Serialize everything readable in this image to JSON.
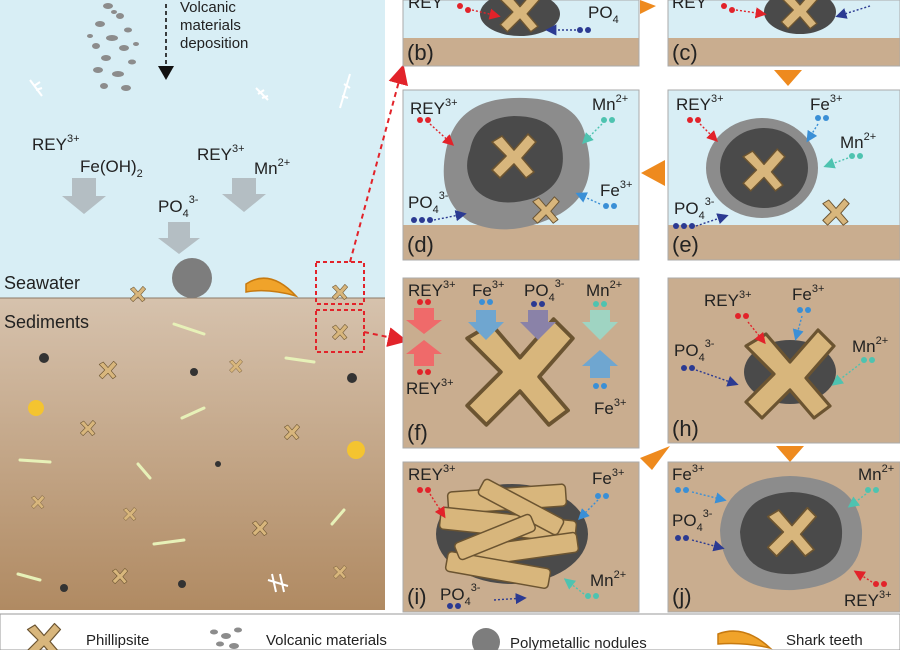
{
  "left_panel": {
    "deposition_line1": "Volcanic",
    "deposition_line2": "materials",
    "deposition_line3": "deposition",
    "seawater": "Seawater",
    "sediments": "Sediments"
  },
  "ions": {
    "rey": "REY",
    "rey_charge": "3+",
    "feoh_main": "Fe(OH)",
    "feoh_sub": "2",
    "mn": "Mn",
    "mn_charge": "2+",
    "po": "PO",
    "po_sub": "4",
    "po_charge": "3-",
    "fe": "Fe",
    "fe_charge": "3+"
  },
  "panels": {
    "b": "(b)",
    "c": "(c)",
    "d": "(d)",
    "e": "(e)",
    "f": "(f)",
    "h": "(h)",
    "i": "(i)",
    "j": "(j)"
  },
  "legend": {
    "phillipsite": "Phillipsite",
    "volcanic": "Volcanic materials",
    "nodules": "Polymetallic nodules",
    "shark": "Shark teeth"
  },
  "colors": {
    "seawater": "#d8eef5",
    "sediment": "#c9ad8f",
    "phillipsite": "#d8b67c",
    "nodule_dark": "#4a4a4a",
    "nodule_light": "#8c8c8c",
    "arrow_orange": "#ee8a1e",
    "rey_red": "#e2232a",
    "po_blue": "#2b3a92",
    "fe_blue": "#3a8fd6",
    "mn_teal": "#4ec3b0"
  }
}
